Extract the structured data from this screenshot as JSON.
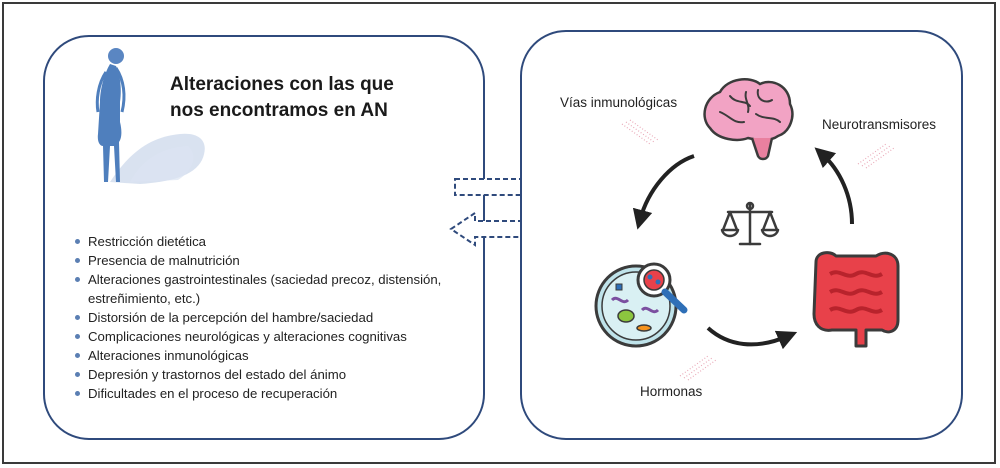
{
  "left": {
    "title_line1": "Alteraciones con las que",
    "title_line2": "nos encontramos en AN",
    "bullets": [
      "Restricción dietética",
      "Presencia de malnutrición",
      "Alteraciones gastrointestinales (saciedad precoz, distensión, estreñimiento, etc.)",
      "Distorsión de la percepción del hambre/saciedad",
      "Complicaciones neurológicas y alteraciones cognitivas",
      "Alteraciones inmunológicas",
      "Depresión y trastornos del estado del ánimo",
      "Dificultades en el proceso de recuperación"
    ]
  },
  "right": {
    "label_immune": "Vías inmunológicas",
    "label_neuro": "Neurotransmisores",
    "label_hormones": "Hormonas"
  },
  "icons": {
    "figure": "woman-silhouette-icon",
    "brain": "brain-icon",
    "scale": "balance-scale-icon",
    "microbiota": "microbiota-magnifier-icon",
    "intestine": "intestine-icon"
  },
  "colors": {
    "panel_border": "#2f4a7c",
    "bullet": "#5b7fb3",
    "brain": "#f2a3c4",
    "intestine": "#e8414a"
  }
}
